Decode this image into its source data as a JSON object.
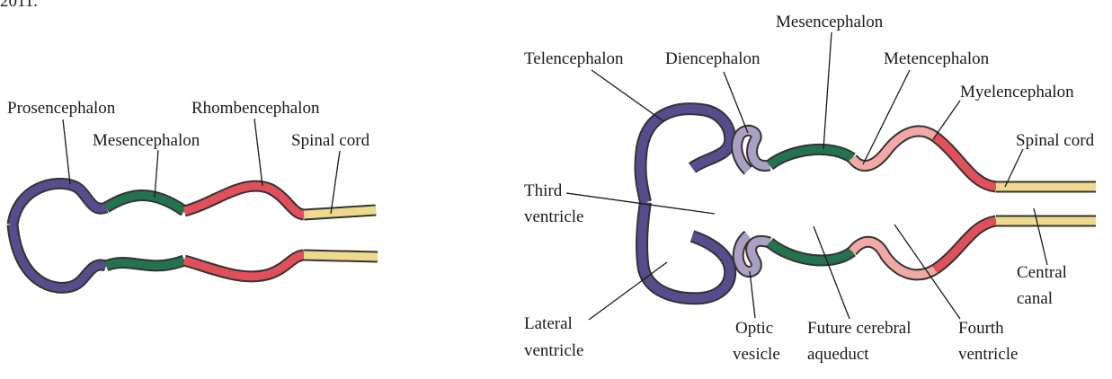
{
  "header_fragment": "2011.",
  "colors": {
    "prosencephalon": "#574c8c",
    "telencephalon": "#574c8c",
    "diencephalon": "#a9a0c4",
    "mesencephalon": "#24734f",
    "rhombencephalon": "#e04f5a",
    "metencephalon": "#f2a8a4",
    "myelencephalon": "#e04f5a",
    "spinal_cord": "#eed98c",
    "outline": "#333333"
  },
  "left_panel": {
    "labels": {
      "prosencephalon": "Prosencephalon",
      "mesencephalon": "Mesencephalon",
      "rhombencephalon": "Rhombencephalon",
      "spinal_cord": "Spinal cord"
    }
  },
  "right_panel": {
    "labels": {
      "telencephalon": "Telencephalon",
      "diencephalon": "Diencephalon",
      "mesencephalon": "Mesencephalon",
      "metencephalon": "Metencephalon",
      "myelencephalon": "Myelencephalon",
      "spinal_cord": "Spinal cord",
      "third_ventricle_1": "Third",
      "third_ventricle_2": "ventricle",
      "lateral_ventricle_1": "Lateral",
      "lateral_ventricle_2": "ventricle",
      "optic_vesicle_1": "Optic",
      "optic_vesicle_2": "vesicle",
      "aqueduct_1": "Future cerebral",
      "aqueduct_2": "aqueduct",
      "fourth_ventricle_1": "Fourth",
      "fourth_ventricle_2": "ventricle",
      "central_canal_1": "Central",
      "central_canal_2": "canal"
    }
  }
}
